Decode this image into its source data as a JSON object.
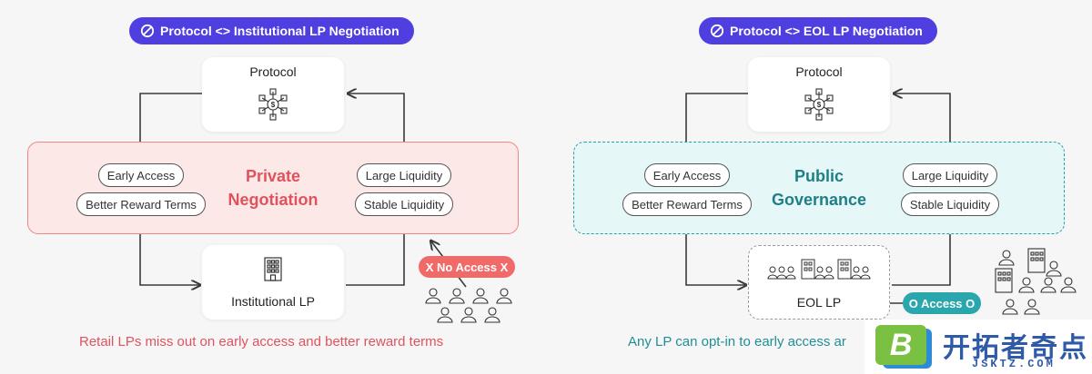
{
  "left": {
    "header": "Protocol <> Institutional LP Negotiation",
    "top_box": "Protocol",
    "bottom_box": "Institutional LP",
    "region_label_line1": "Private",
    "region_label_line2": "Negotiation",
    "tags_left": [
      "Early Access",
      "Better Reward Terms"
    ],
    "tags_right": [
      "Large Liquidity",
      "Stable Liquidity"
    ],
    "badge": "X No Access X",
    "caption": "Retail LPs miss out on early access and better reward terms"
  },
  "right": {
    "header": "Protocol <> EOL LP Negotiation",
    "top_box": "Protocol",
    "bottom_box": "EOL LP",
    "region_label_line1": "Public",
    "region_label_line2": "Governance",
    "tags_left": [
      "Early Access",
      "Better Reward Terms"
    ],
    "tags_right": [
      "Large Liquidity",
      "Stable Liquidity"
    ],
    "badge": "O Access O",
    "caption": "Any LP can opt-in to early access ar"
  },
  "watermark": {
    "logo_letter": "B",
    "text": "开拓者奇点",
    "url": "JSKTZ.COM"
  },
  "icons": [
    "prohibited-icon",
    "protocol-network-icon",
    "building-icon",
    "people-icon"
  ],
  "colors": {
    "header_bg": "#4f3fe0",
    "private_fill": "#fde8e8",
    "private_border": "#f08787",
    "private_text": "#e0525c",
    "public_fill": "#e6f7f8",
    "public_border": "#2b9ea3",
    "public_text": "#1f7f86",
    "no_access_bg": "#f06a6a",
    "access_bg": "#2aa6ad"
  }
}
